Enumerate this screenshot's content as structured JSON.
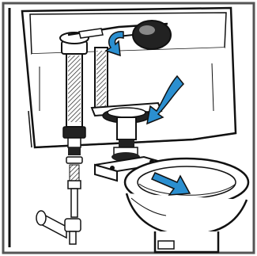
{
  "figure": {
    "type": "plumbing-illustration",
    "components": [
      "toilet-tank",
      "fill-valve",
      "flush-valve",
      "flapper",
      "float-ball",
      "tank-bolt",
      "supply-line",
      "shutoff-valve",
      "toilet-bowl"
    ],
    "arrow_color": "#2b8fd0",
    "ink_color": "#111111",
    "frame_color": "#555555"
  }
}
